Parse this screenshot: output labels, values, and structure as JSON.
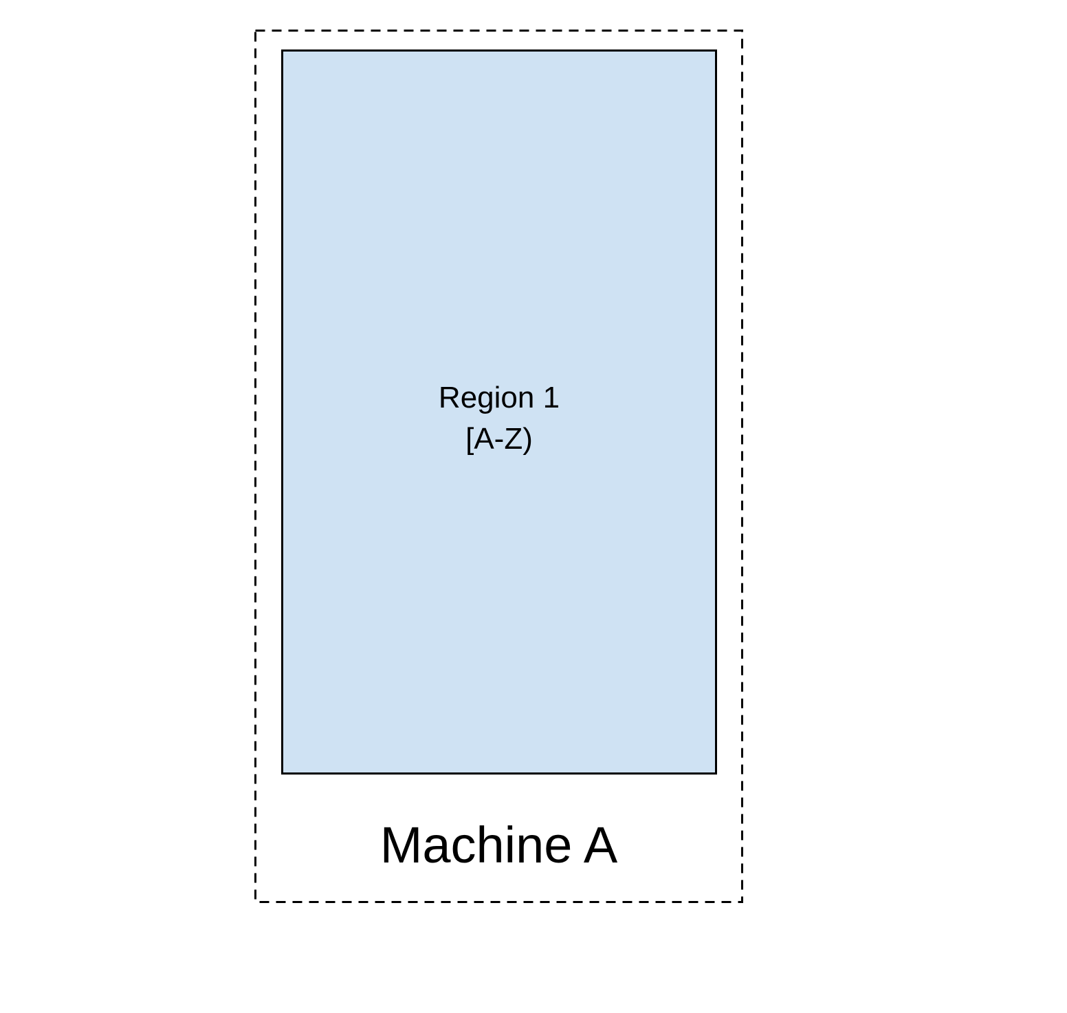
{
  "diagram": {
    "machine": {
      "label": "Machine A",
      "border_style": "dashed",
      "region": {
        "name": "Region 1",
        "range": "[A-Z)",
        "fill_color": "#cfe2f3"
      }
    }
  }
}
